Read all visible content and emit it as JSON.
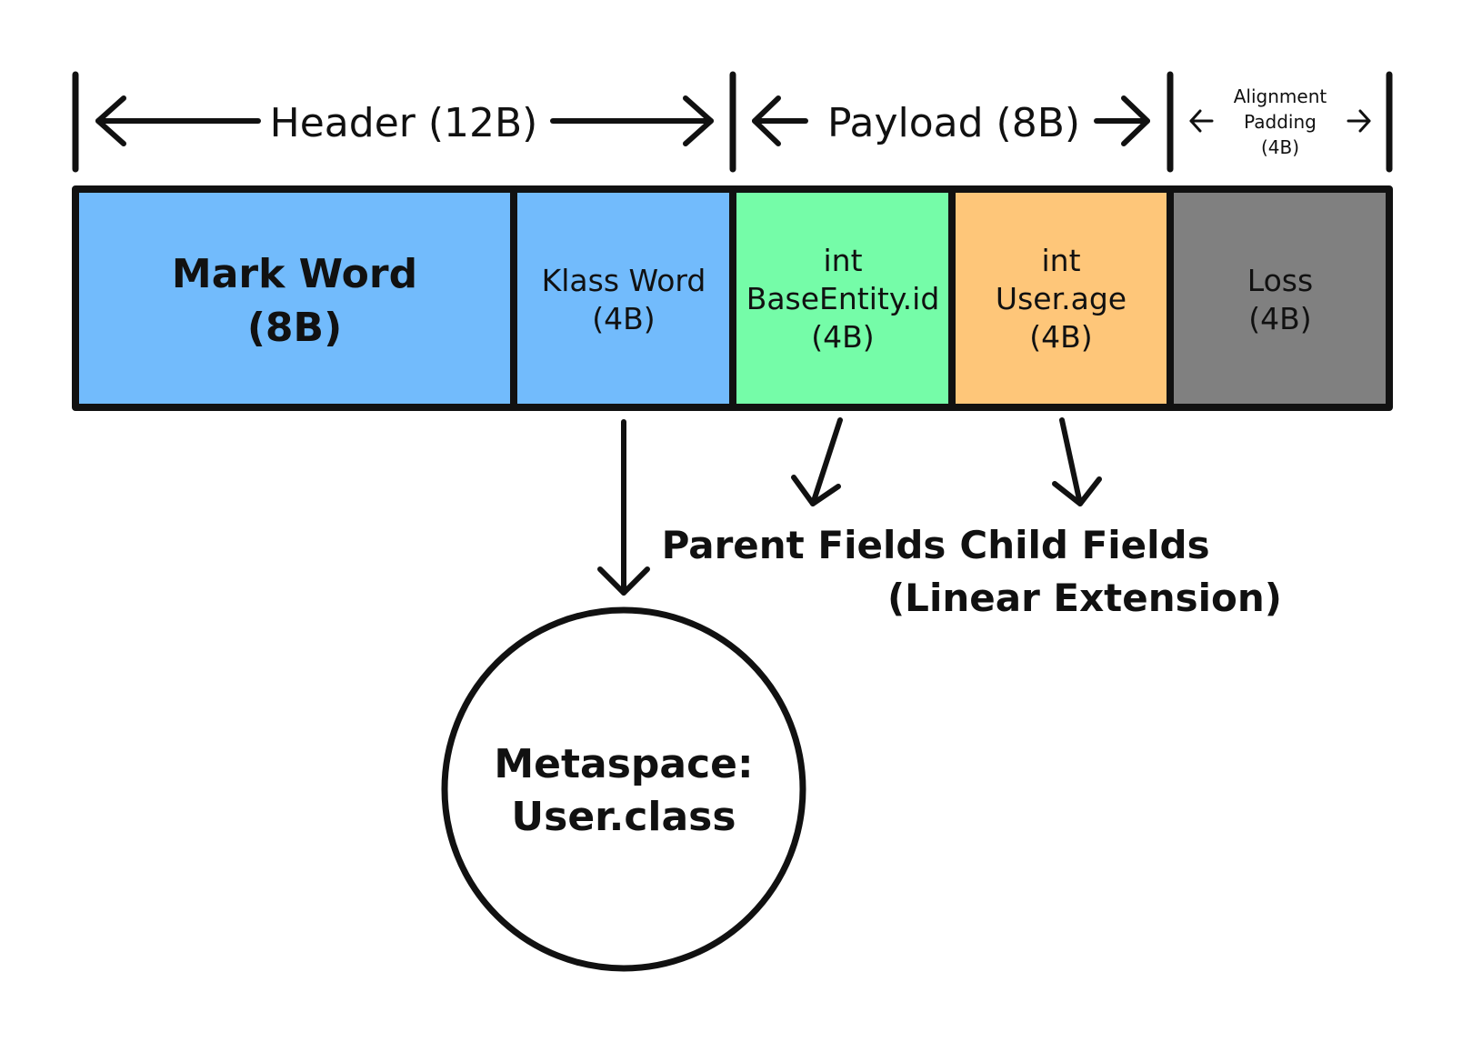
{
  "spans": {
    "header": "Header (12B)",
    "payload": "Payload (8B)",
    "padding": [
      "Alignment",
      "Padding",
      "(4B)"
    ]
  },
  "cells": {
    "mark_word": [
      "Mark Word",
      "(8B)"
    ],
    "klass_word": [
      "Klass Word",
      "(4B)"
    ],
    "base_id": [
      "int",
      "BaseEntity.id",
      "(4B)"
    ],
    "user_age": [
      "int",
      "User.age",
      "(4B)"
    ],
    "loss": [
      "Loss",
      "(4B)"
    ]
  },
  "annotations": {
    "parent_fields": "Parent Fields",
    "child_fields": [
      "Child Fields",
      "(Linear Extension)"
    ]
  },
  "metaspace": [
    "Metaspace:",
    "User.class"
  ],
  "colors": {
    "header_blue": "#72BBFC",
    "payload_green": "#75FCA8",
    "child_orange": "#FEC679",
    "loss_gray": "#808080",
    "ink": "#111111"
  }
}
